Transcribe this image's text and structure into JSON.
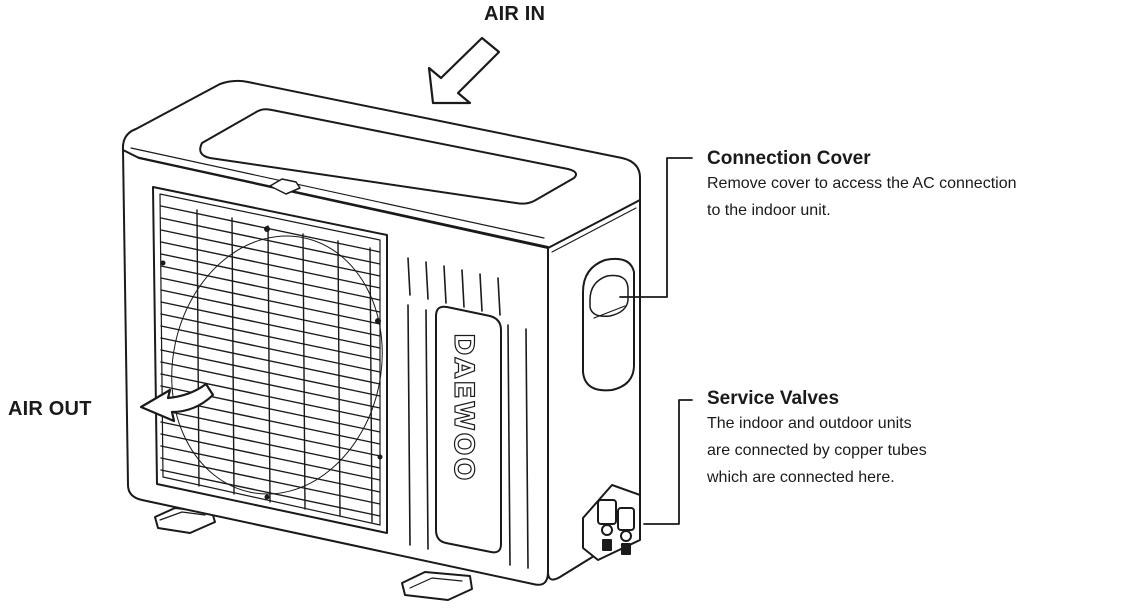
{
  "labels": {
    "air_in": "AIR IN",
    "air_out": "AIR OUT"
  },
  "brand": "DAEWOO",
  "callouts": {
    "connection_cover": {
      "title": "Connection Cover",
      "lines": [
        "Remove cover to access the AC connection",
        "to the indoor unit."
      ]
    },
    "service_valves": {
      "title": "Service Valves",
      "lines": [
        "The indoor and outdoor units",
        "are connected by copper tubes",
        "which are connected here."
      ]
    }
  },
  "colors": {
    "ink": "#1a1a1a",
    "background": "#ffffff"
  }
}
